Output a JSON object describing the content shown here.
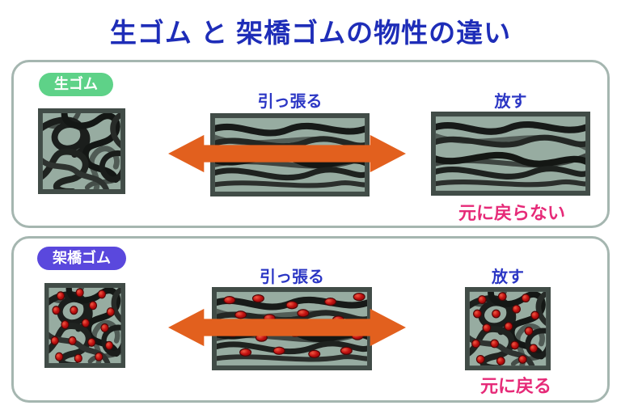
{
  "title": "生ゴム と 架橋ゴムの物性の違い",
  "panels": [
    {
      "badge": "生ゴム",
      "pull_label": "引っ張る",
      "release_label": "放す",
      "result": "元に戻らない"
    },
    {
      "badge": "架橋ゴム",
      "pull_label": "引っ張る",
      "release_label": "放す",
      "result": "元に戻る"
    }
  ],
  "icons": {
    "stretch_arrow": "double-headed-horizontal-arrow",
    "crosslink_dot": "red-dot"
  },
  "colors": {
    "title_blue": "#1e2db8",
    "label_blue": "#2b36c4",
    "result_pink": "#e62a78",
    "arrow_orange": "#e2601e",
    "badge_green": "#5ed288",
    "badge_purple": "#5a48dd",
    "badge_text": "#ffffff",
    "panel_border": "#a5b6b0",
    "figure_bg": "#97aca1",
    "figure_frame": "#414c47",
    "crosslink_red": "#c01010",
    "background": "#ffffff"
  }
}
